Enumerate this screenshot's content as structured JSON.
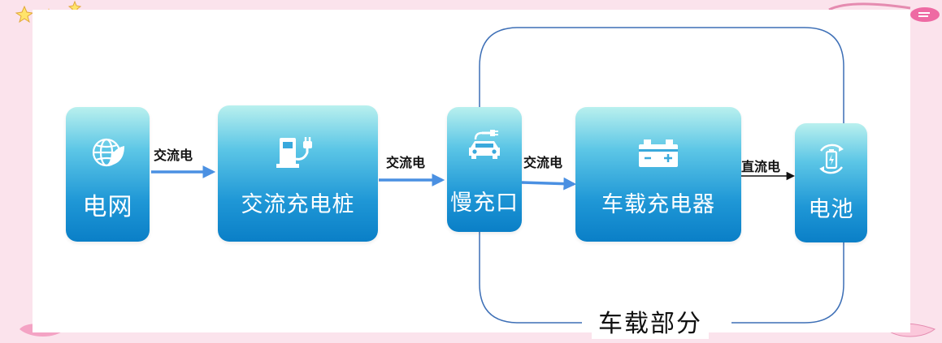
{
  "nodes": {
    "grid": {
      "label": "电网",
      "icon": "globe-leaf-icon"
    },
    "charging_pile": {
      "label": "交流充电桩",
      "icon": "charging-pile-icon"
    },
    "slow_port": {
      "label": "慢充口",
      "icon": "car-charging-icon"
    },
    "onboard_charger": {
      "label": "车载充电器",
      "icon": "car-battery-icon"
    },
    "battery": {
      "label": "电池",
      "icon": "battery-cycle-icon"
    }
  },
  "edges": {
    "grid_to_pile": "交流电",
    "pile_to_port": "交流电",
    "port_to_charger": "交流电",
    "charger_to_battery": "直流电"
  },
  "group": {
    "label": "车载部分"
  },
  "colors": {
    "node_top": "#b9f0ee",
    "node_bottom": "#0a7fc7",
    "arrow_blue": "#4a90e2",
    "group_outline": "#3d6fb6",
    "page_background": "#fbe3ec"
  }
}
